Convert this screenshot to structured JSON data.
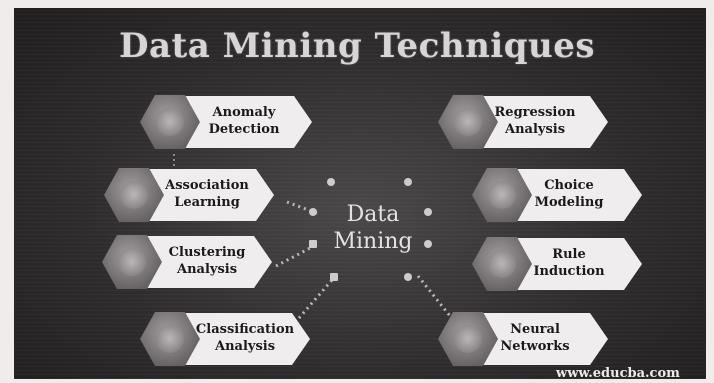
{
  "diagram": {
    "title": "Data Mining Techniques",
    "center": {
      "line1": "Data",
      "line2": "Mining"
    },
    "techniques": [
      {
        "id": "anomaly",
        "line1": "Anomaly",
        "line2": "Detection"
      },
      {
        "id": "association",
        "line1": "Association",
        "line2": "Learning"
      },
      {
        "id": "clustering",
        "line1": "Clustering",
        "line2": "Analysis"
      },
      {
        "id": "classification",
        "line1": "Classification",
        "line2": "Analysis"
      },
      {
        "id": "regression",
        "line1": "Regression",
        "line2": "Analysis"
      },
      {
        "id": "choice",
        "line1": "Choice",
        "line2": "Modeling"
      },
      {
        "id": "rule",
        "line1": "Rule",
        "line2": "Induction"
      },
      {
        "id": "neural",
        "line1": "Neural",
        "line2": "Networks"
      }
    ],
    "footer": "www.educba.com"
  }
}
